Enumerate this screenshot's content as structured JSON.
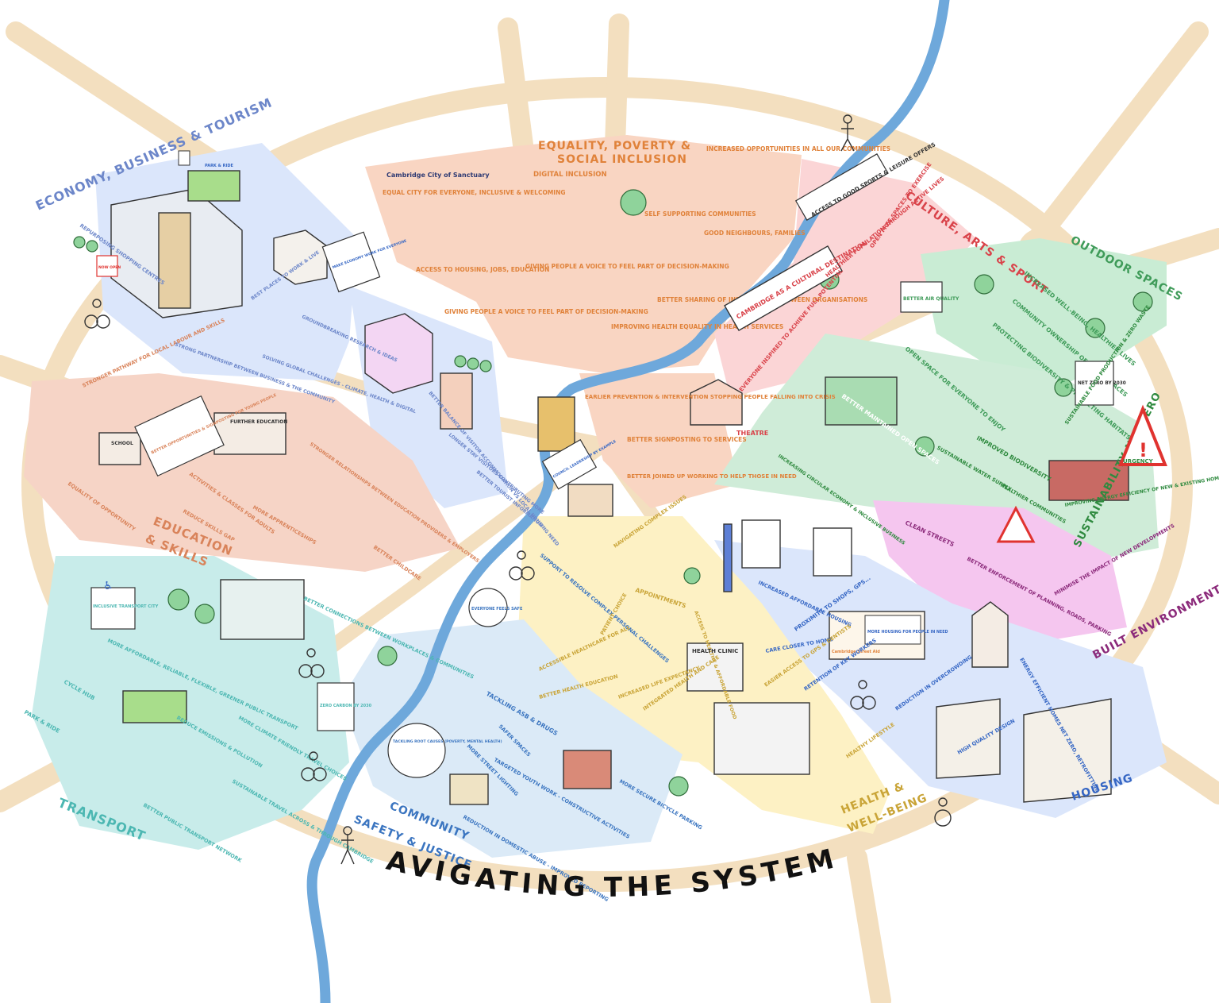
{
  "banner": {
    "title": "NAVIGATING THE SYSTEM"
  },
  "colors": {
    "road": "#f3dfbf",
    "river": "#6ea8db",
    "economy": "#dbe6fb",
    "equality": "#f9d5c2",
    "culture": "#fbd5d6",
    "outdoor": "#c9ecd4",
    "sustainability": "#cfecd8",
    "built": "#f5c6ef",
    "housing": "#dbe6fb",
    "health": "#fdf1c4",
    "community": "#dbeaf7",
    "transport": "#c8ecea",
    "education": "#f6d4c6"
  },
  "zones": {
    "economy": "ECONOMY, BUSINESS & TOURISM",
    "equality_l1": "EQUALITY, POVERTY &",
    "equality_l2": "SOCIAL INCLUSION",
    "culture": "CULTURE, ARTS & SPORT",
    "outdoor": "OUTDOOR SPACES",
    "sustainability": "SUSTAINABILITY NET ZERO",
    "built": "BUILT ENVIRONMENT",
    "housing": "HOUSING",
    "health_l1": "HEALTH &",
    "health_l2": "WELL-BEING",
    "community_l1": "COMMUNITY",
    "community_l2": "SAFETY & JUSTICE",
    "transport": "TRANSPORT",
    "education_l1": "EDUCATION",
    "education_l2": "& SKILLS"
  },
  "labels": {
    "sanctuary": "Cambridge City of Sanctuary",
    "equal_city": "EQUAL CITY FOR EVERYONE, INCLUSIVE & WELCOMING",
    "digital_inclusion": "DIGITAL INCLUSION",
    "self_supporting": "SELF SUPPORTING COMMUNITIES",
    "increased_opps": "INCREASED OPPORTUNITIES IN ALL OUR COMMUNITIES",
    "good_neighbours": "GOOD NEIGHBOURS, FAMILIES",
    "access_housing": "ACCESS TO HOUSING, JOBS, EDUCATION",
    "voice_1": "GIVING PEOPLE A VOICE TO FEEL PART OF DECISION-MAKING",
    "voice_2": "GIVING PEOPLE A VOICE TO FEEL PART OF DECISION-MAKING",
    "better_sharing": "BETTER SHARING OF INFORMATION BETWEEN ORGANISATIONS",
    "improving_health": "IMPROVING HEALTH EQUALITY IN HEALTH SERVICES",
    "earlier_prevention": "EARLIER PREVENTION & INTERVENTION STOPPING PEOPLE FALLING INTO CRISIS",
    "better_signposting": "BETTER SIGNPOSTING TO SERVICES",
    "joined_up": "BETTER JOINED UP WORKING TO HELP THOSE IN NEED",
    "access_sports": "ACCESS TO GOOD SPORTS & LEISURE OFFERS",
    "cultural_destination": "CAMBRIDGE AS A CULTURAL DESTINATION",
    "open_spaces_exercise": "OPEN FREE SPACES TO EXERCISE",
    "healthier_population": "HEALTHIER POPULATION THROUGH ACTIVE LIVES",
    "everyone_inspired": "EVERYONE INSPIRED TO ACHIEVE FULL POTENTIAL",
    "theatre": "THEATRE",
    "better_air": "BETTER AIR QUALITY",
    "increased_wellbeing": "INCREASED WELL-BEING, HEALTHIER LIVES",
    "community_ownership": "COMMUNITY OWNERSHIP OF GREEN SPACES",
    "protecting_biodiversity": "PROTECTING BIODIVERSITY & PROTECTING HABITATS",
    "open_space_everyone": "OPEN SPACE FOR EVERYONE TO ENJOY",
    "better_maintained": "BETTER MAINTAINED OPEN SPACES",
    "net_zero_2030": "NET ZERO BY 2030",
    "urgency": "URGENCY",
    "improved_biodiversity": "IMPROVED BIODIVERSITY",
    "sustainable_food": "SUSTAINABLE FOOD PRODUCTION & ZERO WASTE",
    "sustainable_water": "SUSTAINABLE WATER SUPPLY",
    "healthier_communities": "HEALTHIER COMMUNITIES",
    "improving_energy": "IMPROVING ENERGY EFFICIENCY OF NEW & EXISTING HOMES",
    "circular_economy": "INCREASING CIRCULAR ECONOMY & INCLUSIVE BUSINESS",
    "minimise_impact": "MINIMISE THE IMPACT OF NEW DEVELOPMENTS",
    "clean_streets": "CLEAN STREETS",
    "better_enforcement": "BETTER ENFORCEMENT OF PLANNING, ROADS, PARKING",
    "affordable_housing": "INCREASED AFFORDABLE HOUSING",
    "proximity": "PROXIMITY TO SHOPS, GPS...",
    "more_housing": "MORE HOUSING FOR PEOPLE IN NEED",
    "street_aid": "Cambridge Street Aid",
    "care_closer": "CARE CLOSER TO HOME",
    "retention": "RETENTION OF KEY WORKERS",
    "reduction_overcrowding": "REDUCTION IN OVERCROWDING",
    "energy_efficient": "ENERGY EFFICIENT HOMES NET ZERO, RETROFITTING",
    "high_quality": "HIGH QUALITY DESIGN",
    "navigating_complex": "NAVIGATING COMPLEX ISSUES",
    "support_complex": "SUPPORT TO RESOLVE COMPLEX PERSONAL CHALLENGES",
    "everyone_safe": "EVERYONE FEELS SAFE",
    "appointments": "APPOINTMENTS",
    "access_healthy_food": "ACCESS TO HEALTHY & AFFORDABLE FOOD",
    "patient_choice": "PATIENT CHOICE",
    "accessible_healthcare": "ACCESSIBLE HEALTHCARE FOR ALL",
    "health_clinic": "HEALTH CLINIC",
    "better_health_education": "BETTER HEALTH EDUCATION",
    "increased_life": "INCREASED LIFE EXPECTANCY",
    "integrated_health": "INTEGRATED HEALTH AND CARE",
    "easier_access": "EASIER ACCESS TO GPS & DENTISTS",
    "healthy_lifestyle": "HEALTHY LIFESTYLE",
    "tackling_asb": "TACKLING ASB & DRUGS",
    "tackling_root": "TACKLING ROOT CAUSES (POVERTY, MENTAL HEALTH)",
    "safer_spaces": "SAFER SPACES",
    "more_lighting": "MORE STREET LIGHTING",
    "targeted_youth": "TARGETED YOUTH WORK - CONSTRUCTIVE ACTIVITIES",
    "reduction_abuse": "REDUCTION IN DOMESTIC ABUSE - IMPROVED REPORTING",
    "secure_parking": "MORE SECURE BICYCLE PARKING",
    "inclusive_transport": "INCLUSIVE TRANSPORT CITY",
    "affordable_transport": "MORE AFFORDABLE, RELIABLE, FLEXIBLE, GREENER PUBLIC TRANSPORT",
    "better_connections": "BETTER CONNECTIONS BETWEEN WORKPLACES & COMMUNITIES",
    "cycle_hub": "CYCLE HUB",
    "park_ride_1": "PARK & RIDE",
    "park_ride_2": "PARK & RIDE",
    "zero_carbon": "ZERO CARBON BY 2030",
    "reduce_emissions": "REDUCE EMISSIONS & POLLUTION",
    "more_climate": "MORE CLIMATE FRIENDLY TRAVEL CHOICES",
    "sustainable_travel": "SUSTAINABLE TRAVEL ACROSS & THROUGH CAMBRIDGE",
    "better_public_transport": "BETTER PUBLIC TRANSPORT NETWORK",
    "better_opportunities": "BETTER OPPORTUNITIES & SIGNPOSTING FOR YOUNG PEOPLE",
    "stronger_pathways": "STRONGER PATHWAY FOR LOCAL LABOUR AND SKILLS",
    "equality_opportunity": "EQUALITY OF OPPORTUNITY",
    "activities_classes": "ACTIVITIES & CLASSES FOR ADULTS",
    "stronger_relationships": "STRONGER RELATIONSHIPS BETWEEN EDUCATION PROVIDERS & EMPLOYERS",
    "more_apprenticeships": "MORE APPRENTICESHIPS",
    "reduce_skills": "REDUCE SKILLS GAP",
    "better_childcare": "BETTER CHILDCARE",
    "school": "SCHOOL",
    "further_education": "FURTHER EDUCATION",
    "repurposing": "REPURPOSING SHOPPING CENTRES",
    "now_open": "NOW OPEN",
    "make_economy": "MAKE ECONOMY WORK FOR EVERYONE",
    "best_places": "BEST PLACES TO WORK & LIVE",
    "groundbreaking": "GROUNDBREAKING RESEARCH & IDEAS",
    "strong_partnership": "STRONG PARTNERSHIP BETWEEN BUSINESS & THE COMMUNITY",
    "solving_global": "SOLVING GLOBAL CHALLENGES - CLIMATE, HEALTH & DIGITAL",
    "better_balance": "BETTER BALANCE OF VISITOR ACCOMMODATION VS LOCAL HOUSING NEED",
    "longer_stay": "LONGER STAY VISITORS CONTRIBUTING MORE",
    "tourist_info": "BETTER TOURIST INFORMATION",
    "council_leadership": "COUNCIL LEADERSHIP BY EXAMPLE",
    "park_ride_bus": "PARK & RIDE"
  }
}
